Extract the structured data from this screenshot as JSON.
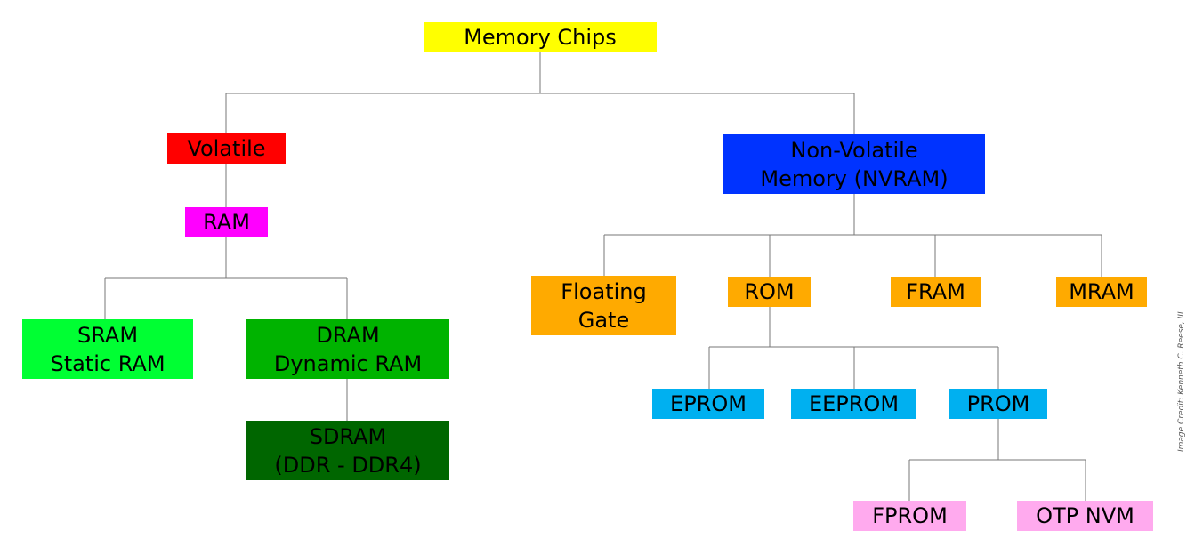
{
  "nodes": {
    "memory_chips": {
      "lines": [
        "Memory Chips"
      ],
      "color": "#FFFF00"
    },
    "volatile": {
      "lines": [
        "Volatile"
      ],
      "color": "#FF0000"
    },
    "ram": {
      "lines": [
        "RAM"
      ],
      "color": "#FF00FF"
    },
    "sram": {
      "lines": [
        "SRAM",
        "Static RAM"
      ],
      "color": "#00FF33"
    },
    "dram": {
      "lines": [
        "DRAM",
        "Dynamic RAM"
      ],
      "color": "#00B300"
    },
    "sdram": {
      "lines": [
        "SDRAM",
        "(DDR - DDR4)"
      ],
      "color": "#006600"
    },
    "nvram": {
      "lines": [
        "Non-Volatile",
        "Memory (NVRAM)"
      ],
      "color": "#0033FF"
    },
    "floating_gate": {
      "lines": [
        "Floating",
        "Gate"
      ],
      "color": "#FFAA00"
    },
    "rom": {
      "lines": [
        "ROM"
      ],
      "color": "#FFAA00"
    },
    "fram": {
      "lines": [
        "FRAM"
      ],
      "color": "#FFAA00"
    },
    "mram": {
      "lines": [
        "MRAM"
      ],
      "color": "#FFAA00"
    },
    "eprom": {
      "lines": [
        "EPROM"
      ],
      "color": "#00B0F0"
    },
    "eeprom": {
      "lines": [
        "EEPROM"
      ],
      "color": "#00B0F0"
    },
    "prom": {
      "lines": [
        "PROM"
      ],
      "color": "#00B0F0"
    },
    "fprom": {
      "lines": [
        "FPROM"
      ],
      "color": "#FFAAEE"
    },
    "otp_nvm": {
      "lines": [
        "OTP NVM"
      ],
      "color": "#FFAAEE"
    }
  },
  "credit": "Image Credit: Kenneth C. Reese, III",
  "line_color": "#777777"
}
